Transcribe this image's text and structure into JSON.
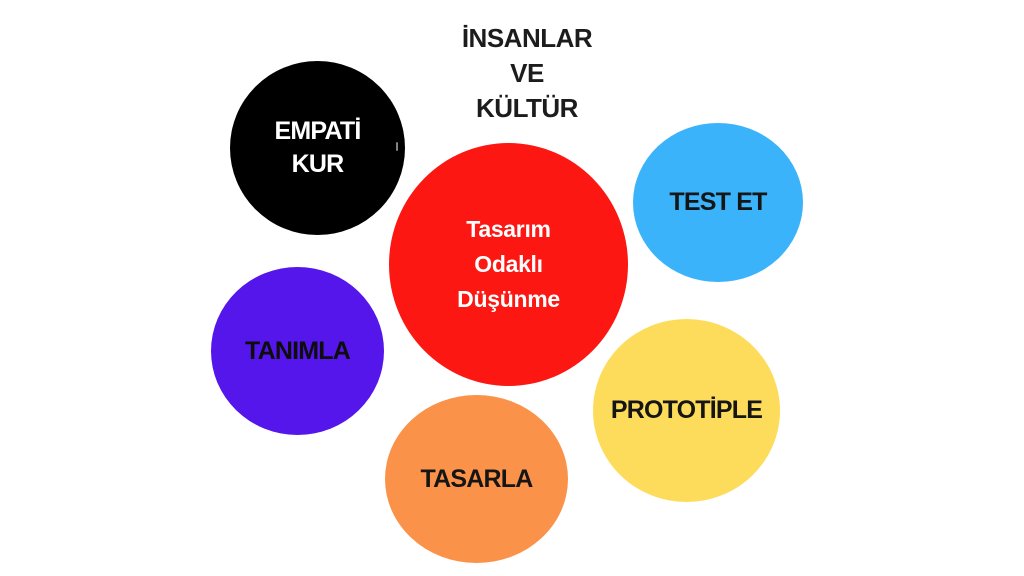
{
  "canvas": {
    "background": "#ffffff"
  },
  "title": {
    "lines": [
      "İNSANLAR",
      "VE",
      "KÜLTÜR"
    ],
    "color": "#1c1c1c"
  },
  "center": {
    "lines": [
      "Tasarım",
      "Odaklı",
      "Düşünme"
    ],
    "bg": "#FC1712",
    "text_color": "#ffffff"
  },
  "circles": {
    "empati": {
      "lines": [
        "EMPATİ",
        "KUR"
      ],
      "bg": "#000000",
      "text_color": "#ffffff"
    },
    "test": {
      "label": "TEST ET",
      "bg": "#3AB3FB",
      "text_color": "#151515"
    },
    "tanimla": {
      "label": "TANIMLA",
      "bg": "#5416EA",
      "text_color": "#0d0d0d"
    },
    "prototiple": {
      "label": "PROTOTİPLE",
      "bg": "#FEDC5B",
      "text_color": "#151515"
    },
    "tasarla": {
      "label": "TASARLA",
      "bg": "#FB9249",
      "text_color": "#151515"
    }
  }
}
